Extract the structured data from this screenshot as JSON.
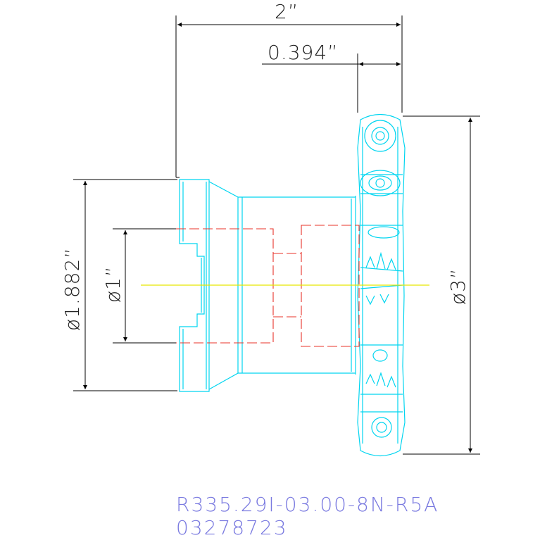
{
  "dimensions": {
    "overall_length": "2”",
    "insert_width": "0.394”",
    "body_diameter": "ø1.882”",
    "bore_diameter": "ø1”",
    "cutter_diameter": "ø3”"
  },
  "part": {
    "code": "R335.29I-03.00-8N-R5A",
    "number": "03278723"
  },
  "colors": {
    "outline": "#00d5f0",
    "hidden_lines": "#e8332a",
    "centerline": "#e6e600",
    "label": "#7a7ae0",
    "dimension": "#000000"
  }
}
